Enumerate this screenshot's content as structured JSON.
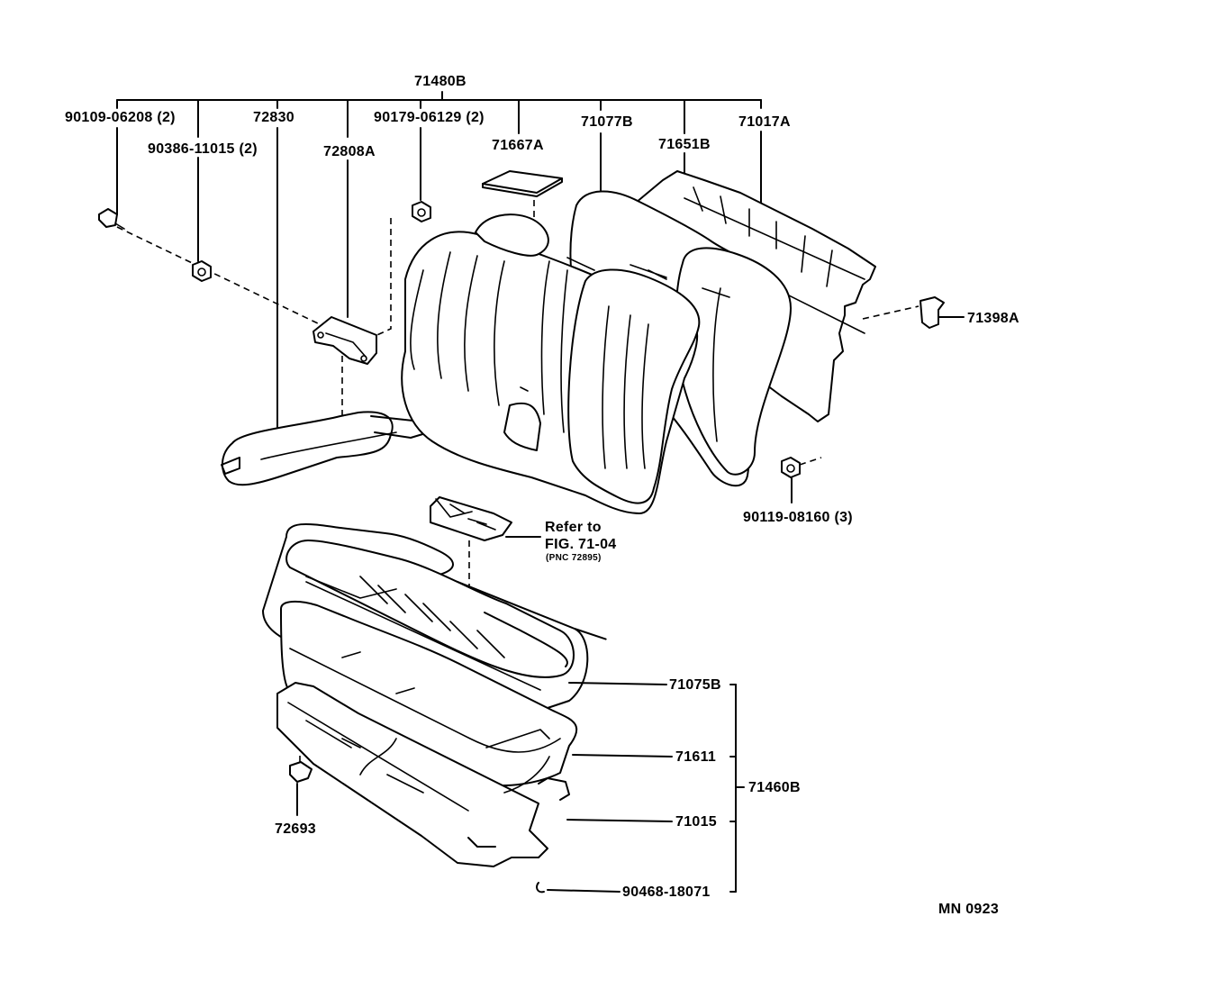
{
  "labels": {
    "assy_back": "71480B",
    "bolt_left": "90109-06208 (2)",
    "nut_left": "90386-11015 (2)",
    "bracket_left": "72830",
    "hinge": "72808A",
    "cushion_top": "90179-06129 (2)",
    "trim_cover": "71667A",
    "back_cover": "71077B",
    "back_pad": "71651B",
    "back_frame": "71017A",
    "clip_right": "71398A",
    "nut_right": "90119-08160 (3)",
    "refer_line1": "Refer to",
    "refer_line2": "FIG. 71-04",
    "refer_line3": "(PNC 72895)",
    "cushion_cover": "71075B",
    "cushion_pad": "71611",
    "assy_cushion": "71460B",
    "cushion_frame": "71015",
    "hog_ring": "90468-18071",
    "clip_bottom": "72693",
    "drawing_code": "MN 0923"
  }
}
